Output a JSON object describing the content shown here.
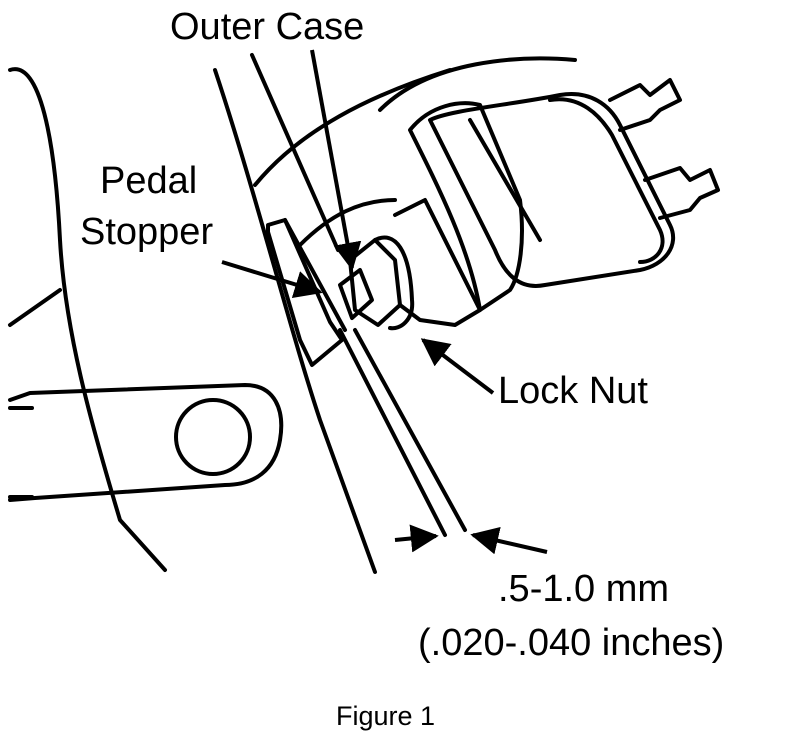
{
  "labels": {
    "outer_case": "Outer Case",
    "pedal_stopper_line1": "Pedal",
    "pedal_stopper_line2": "Stopper",
    "lock_nut": "Lock Nut",
    "gap_mm": ".5-1.0 mm",
    "gap_inches": "(.020-.040 inches)"
  },
  "caption": "Figure 1",
  "colors": {
    "ink": "#000000",
    "paper": "#ffffff"
  }
}
